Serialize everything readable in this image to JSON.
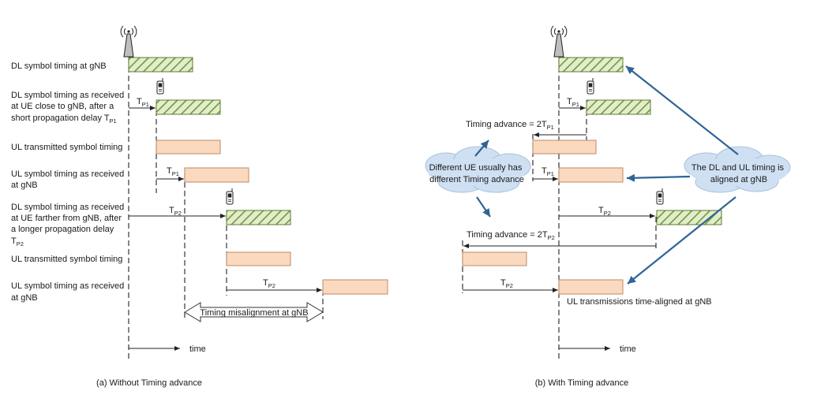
{
  "left_panel": {
    "labels": {
      "dl_gnb": [
        "DL symbol timing at gNB"
      ],
      "dl_ue_close": [
        "DL symbol timing as received",
        "at UE close to gNB, after a",
        "short propagation delay T"
      ],
      "ul_tx_1": [
        "UL transmitted symbol timing"
      ],
      "ul_rx_1": [
        "UL symbol timing as received",
        "at gNB"
      ],
      "dl_ue_far": [
        "DL symbol timing as received",
        "at UE farther from gNB, after",
        "a longer propagation delay",
        "T"
      ],
      "ul_tx_2": [
        "UL transmitted symbol timing"
      ],
      "ul_rx_2": [
        "UL symbol timing as received",
        "at gNB"
      ]
    },
    "misalignment": "Timing misalignment at gNB",
    "time_label": "time",
    "caption": "(a) Without Timing advance"
  },
  "right_panel": {
    "ta1": "Timing advance = 2T",
    "ta2": "Timing advance = 2T",
    "cloud_left": [
      "Different UE usually has",
      "different Timing advance"
    ],
    "cloud_right": [
      "The DL and UL timing is",
      "aligned at gNB"
    ],
    "aligned_note": "UL transmissions time-aligned at gNB",
    "time_label": "time",
    "caption": "(b) With Timing advance"
  },
  "delays": {
    "tp_base": "T",
    "p1": "P1",
    "p2": "P2"
  },
  "colors": {
    "dl_fill": "#e3edcb",
    "dl_hatch": "#6f9a3d",
    "ul_fill": "#fbd9bf",
    "arrow_blue": "#2e6496",
    "cloud_fill": "#cfe0f3"
  }
}
